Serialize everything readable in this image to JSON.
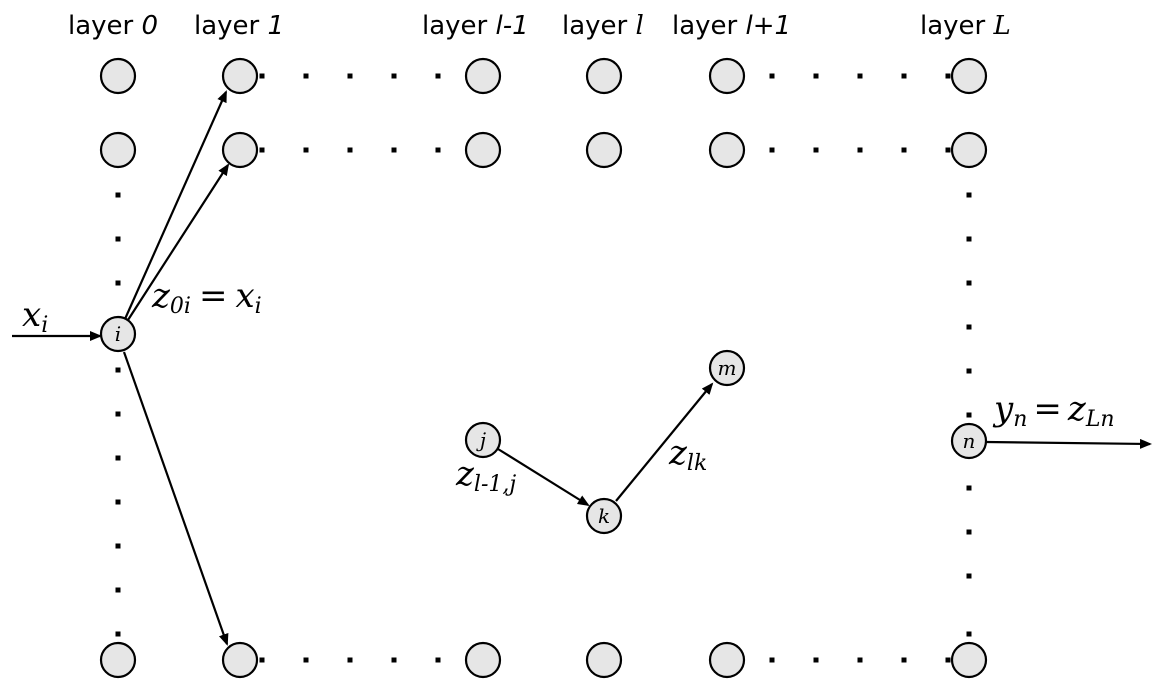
{
  "layers": [
    {
      "prefix": "layer",
      "index": "0"
    },
    {
      "prefix": "layer",
      "index": "1"
    },
    {
      "prefix": "layer",
      "index": "l-1"
    },
    {
      "prefix": "layer",
      "index": "l"
    },
    {
      "prefix": "layer",
      "index": "l+1"
    },
    {
      "prefix": "layer",
      "index": "L"
    }
  ],
  "nodes": {
    "i": "i",
    "j": "j",
    "k": "k",
    "m": "m",
    "n": "n"
  },
  "equations": {
    "input": {
      "base": "x",
      "sub": "i"
    },
    "z0i": {
      "lhs_base": "z",
      "lhs_sub": "0i",
      "op": "=",
      "rhs_base": "x",
      "rhs_sub": "i"
    },
    "zl1j": {
      "base": "z",
      "sub": "l-1,j"
    },
    "zlk": {
      "base": "z",
      "sub": "lk"
    },
    "output": {
      "lhs_base": "y",
      "lhs_sub": "n",
      "op": "=",
      "rhs_base": "z",
      "rhs_sub": "Ln"
    }
  }
}
